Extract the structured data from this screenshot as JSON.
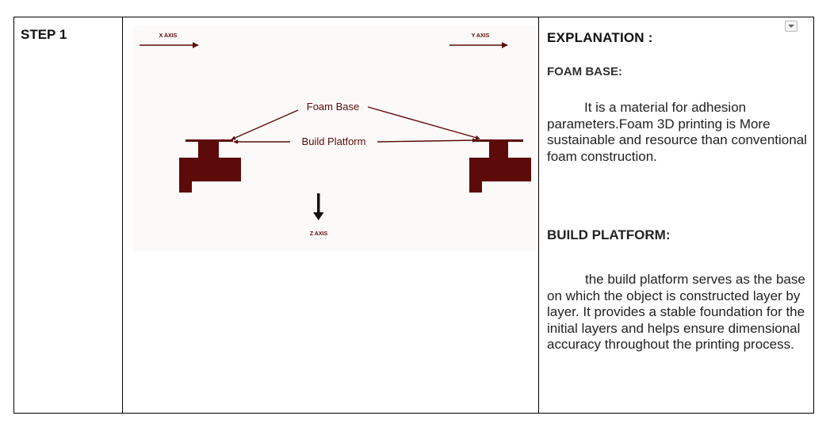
{
  "step": {
    "label": "STEP 1"
  },
  "figure": {
    "x_axis_label": "X AXIS",
    "y_axis_label": "Y AXIS",
    "z_axis_label": "Z AXIS",
    "foam_base_label": "Foam Base",
    "build_platform_label": "Build Platform",
    "accent_color": "#5c0a0a"
  },
  "explanation": {
    "title": "EXPLANATION :",
    "foam_heading": "FOAM BASE:",
    "foam_text": "It is a material for adhesion parameters.Foam 3D printing is More sustainable and resource than conventional foam construction.",
    "build_heading": "BUILD PLATFORM:",
    "build_text": "the build platform serves as the base on which the object is constructed layer by layer. It provides a stable foundation for the initial layers and helps ensure dimensional accuracy throughout the printing process."
  },
  "controls": {
    "dropdown_icon": "dropdown-arrow-icon"
  }
}
